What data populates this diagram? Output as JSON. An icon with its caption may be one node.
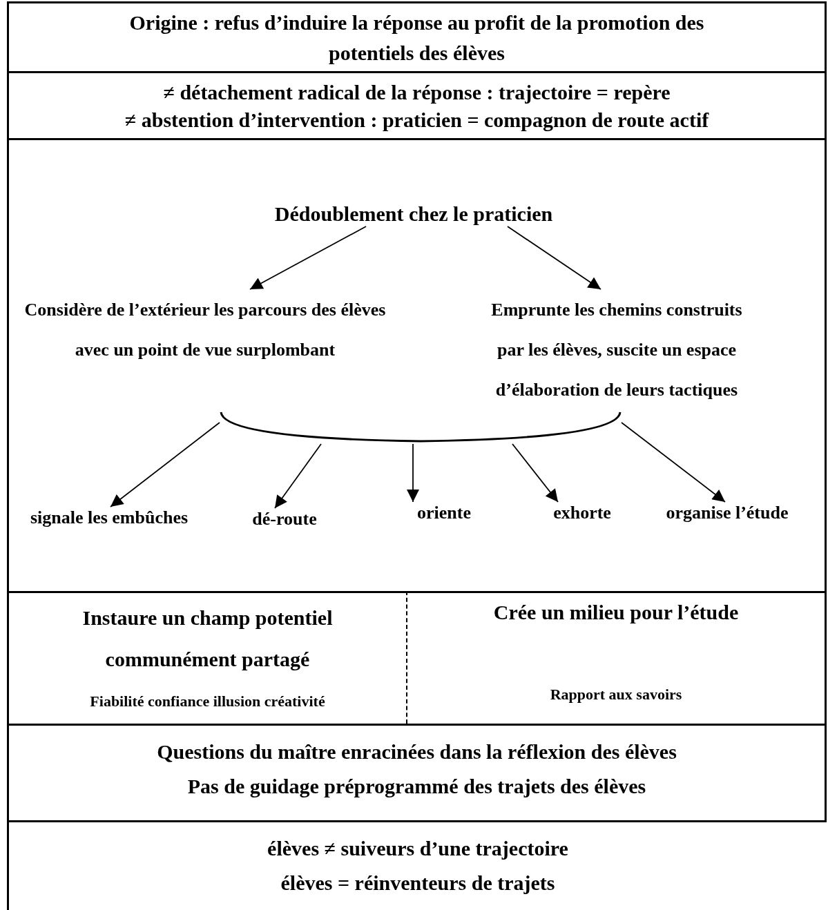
{
  "diagram": {
    "nodes": [
      {
        "text": [
          "Origine : refus d’induire la réponse au profit de la promotion des potentiels des élèves"
        ]
      },
      {
        "text": [
          "≠ détachement radical de la réponse : trajectoire = repère",
          "≠ abstention d’intervention : praticien = compagnon de route actif"
        ]
      },
      {
        "text": [
          "Dédoublement chez le praticien"
        ]
      },
      {
        "text": [
          "Considère de l’extérieur les parcours des élèves avec un point de vue surplombant"
        ]
      },
      {
        "text": [
          "Emprunte les chemins construits par les élèves, suscite un espace d’élaboration de leurs tactiques"
        ]
      },
      {
        "text": [],
        "shape": "bracket"
      },
      {
        "text": [
          "signale les embûches"
        ]
      },
      {
        "text": [
          "dé-route"
        ]
      },
      {
        "text": [
          "oriente"
        ]
      },
      {
        "text": [
          "exhorte"
        ]
      },
      {
        "text": [
          "organise l’étude"
        ]
      },
      {
        "text": [
          "Instaure un champ potentiel communément partagé",
          "Fiabilité confiance illusion créativité"
        ]
      },
      {
        "text": [
          "Crée un milieu pour l’étude",
          "Rapport aux savoirs"
        ]
      },
      {
        "text": [
          "Questions du maître enracinées dans la réflexion des élèves",
          "Pas de guidage préprogrammé des trajets des élèves"
        ]
      },
      {
        "text": [
          "élèves ≠ suiveurs d’une trajectoire",
          "élèves = réinventeurs de trajets"
        ]
      }
    ],
    "edges": [
      {
        "from": 2,
        "to": 3,
        "arrow": "to"
      },
      {
        "from": 2,
        "to": 4,
        "arrow": "to"
      },
      {
        "from": 5,
        "to": 6,
        "arrow": "to"
      },
      {
        "from": 5,
        "to": 7,
        "arrow": "to"
      },
      {
        "from": 5,
        "to": 8,
        "arrow": "to"
      },
      {
        "from": 5,
        "to": 9,
        "arrow": "to"
      },
      {
        "from": 5,
        "to": 10,
        "arrow": "to"
      }
    ]
  }
}
